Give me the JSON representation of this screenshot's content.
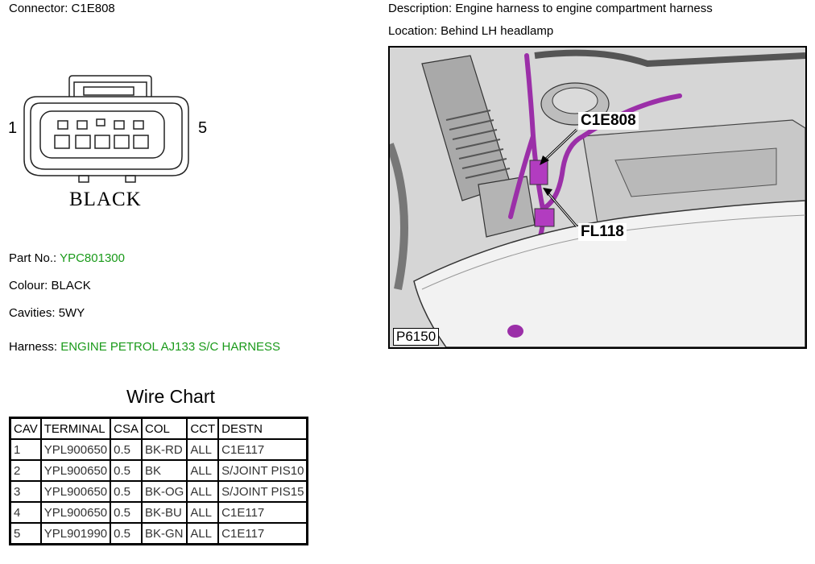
{
  "connector": {
    "label": "Connector:",
    "code": "C1E808",
    "pin_start": "1",
    "pin_end": "5",
    "color_text": "BLACK"
  },
  "description": {
    "label": "Description:",
    "value": "Engine harness to engine compartment harness"
  },
  "location": {
    "label": "Location:",
    "value": "Behind LH headlamp"
  },
  "part_no": {
    "label": "Part No.:",
    "value": "YPC801300"
  },
  "colour": {
    "label": "Colour:",
    "value": "BLACK"
  },
  "cavities": {
    "label": "Cavities:",
    "value": "5WY"
  },
  "harness": {
    "label": "Harness:",
    "value": "ENGINE PETROL AJ133 S/C HARNESS"
  },
  "photo": {
    "callout_connector": "C1E808",
    "callout_fuse": "FL118",
    "figure_code": "P6150"
  },
  "wire_chart": {
    "title": "Wire Chart",
    "headers": [
      "CAV",
      "TERMINAL",
      "CSA",
      "COL",
      "CCT",
      "DESTN"
    ],
    "rows": [
      [
        "1",
        "YPL900650",
        "0.5",
        "BK-RD",
        "ALL",
        "C1E117"
      ],
      [
        "2",
        "YPL900650",
        "0.5",
        "BK",
        "ALL",
        "S/JOINT PIS10"
      ],
      [
        "3",
        "YPL900650",
        "0.5",
        "BK-OG",
        "ALL",
        "S/JOINT PIS15"
      ],
      [
        "4",
        "YPL900650",
        "0.5",
        "BK-BU",
        "ALL",
        "C1E117"
      ],
      [
        "5",
        "YPL901990",
        "0.5",
        "BK-GN",
        "ALL",
        "C1E117"
      ]
    ]
  },
  "colors": {
    "link_green": "#1a9a1a",
    "harness_purple": "#9b2fa8"
  }
}
